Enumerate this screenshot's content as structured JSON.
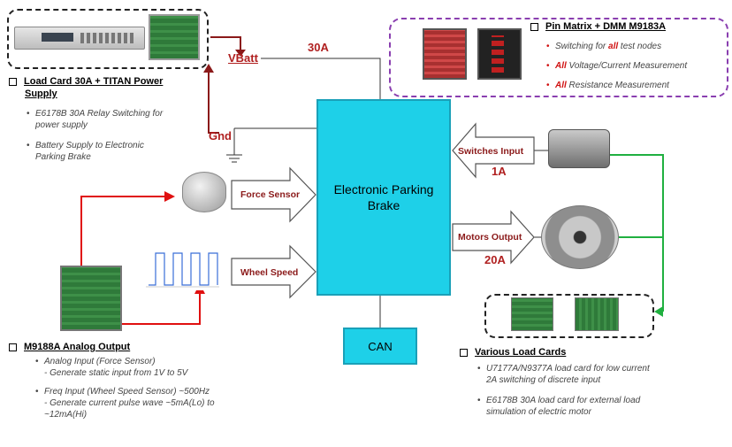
{
  "ecu": {
    "label_line1": "Electronic Parking",
    "label_line2": "Brake"
  },
  "can": {
    "label": "CAN"
  },
  "vbatt": {
    "label": "VBatt",
    "current": "30A"
  },
  "gnd": {
    "label": "Gnd"
  },
  "inputs": {
    "force_sensor": "Force Sensor",
    "wheel_speed": "Wheel Speed"
  },
  "switches": {
    "label": "Switches Input",
    "current": "1A"
  },
  "motors": {
    "label": "Motors Output",
    "current": "20A"
  },
  "load_card_section": {
    "title_line1": "Load Card 30A + TITAN Power",
    "title_line2": "Supply",
    "bullets": [
      {
        "line1": "E6178B 30A Relay Switching for",
        "line2": "power supply"
      },
      {
        "line1": "Battery Supply to Electronic",
        "line2": "Parking Brake"
      }
    ]
  },
  "pin_matrix_section": {
    "title": "Pin Matrix + DMM  M9183A",
    "bullets": [
      {
        "prefix": "Switching for ",
        "emph": "all",
        "suffix": " test nodes"
      },
      {
        "prefix": "",
        "emph": "All",
        "suffix": " Voltage/Current  Measurement"
      },
      {
        "prefix": "",
        "emph": "All",
        "suffix": " Resistance  Measurement"
      }
    ]
  },
  "analog_section": {
    "title": "M9188A  Analog  Output",
    "items": [
      {
        "head": "Analog  Input  (Force Sensor)",
        "sub1": "- Generate  static input  from 1V to 5V",
        "sub2": ""
      },
      {
        "head": "Freq Input  (Wheel Speed Sensor)  ~500Hz",
        "sub1": "- Generate  current pulse wave   ~5mA(Lo)  to",
        "sub2": "~12mA(Hi)"
      }
    ]
  },
  "various_section": {
    "title": "Various  Load Cards",
    "bullets": [
      {
        "line1": "U7177A/N9377A  load card for low current",
        "line2": "2A  switching of discrete input"
      },
      {
        "line1": "E6178B  30A load card for external load",
        "line2": "simulation of electric motor"
      }
    ]
  },
  "colors": {
    "ecu": "#1ed0e8",
    "red_arrow": "#e01010",
    "green_arrow": "#20b040",
    "dark_red": "#8b1a1a",
    "purple": "#8a3fb0"
  }
}
